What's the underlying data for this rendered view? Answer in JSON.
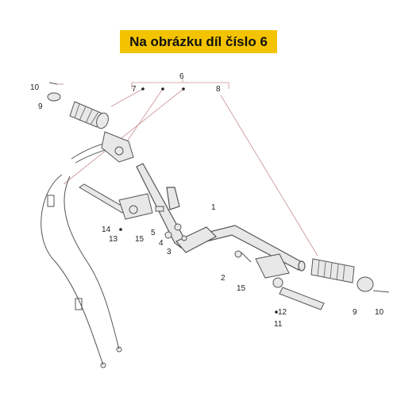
{
  "banner": {
    "text": "Na obrázku díl číslo 6",
    "color": "#f3c300"
  },
  "callouts": {
    "c1": "1",
    "c2": "2",
    "c3": "3",
    "c4": "4",
    "c5": "5",
    "c6": "6",
    "c7": "7",
    "c8": "8",
    "c9_left": "9",
    "c9_right": "9",
    "c10_left": "10",
    "c10_right": "10",
    "c11": "11",
    "c12": "12",
    "c13": "13",
    "c14": "14",
    "c15_left": "15",
    "c15_right": "15"
  },
  "colors": {
    "line": "#555555",
    "part": "#e8e8e8",
    "callout_line": "#c89090",
    "text": "#222222"
  }
}
